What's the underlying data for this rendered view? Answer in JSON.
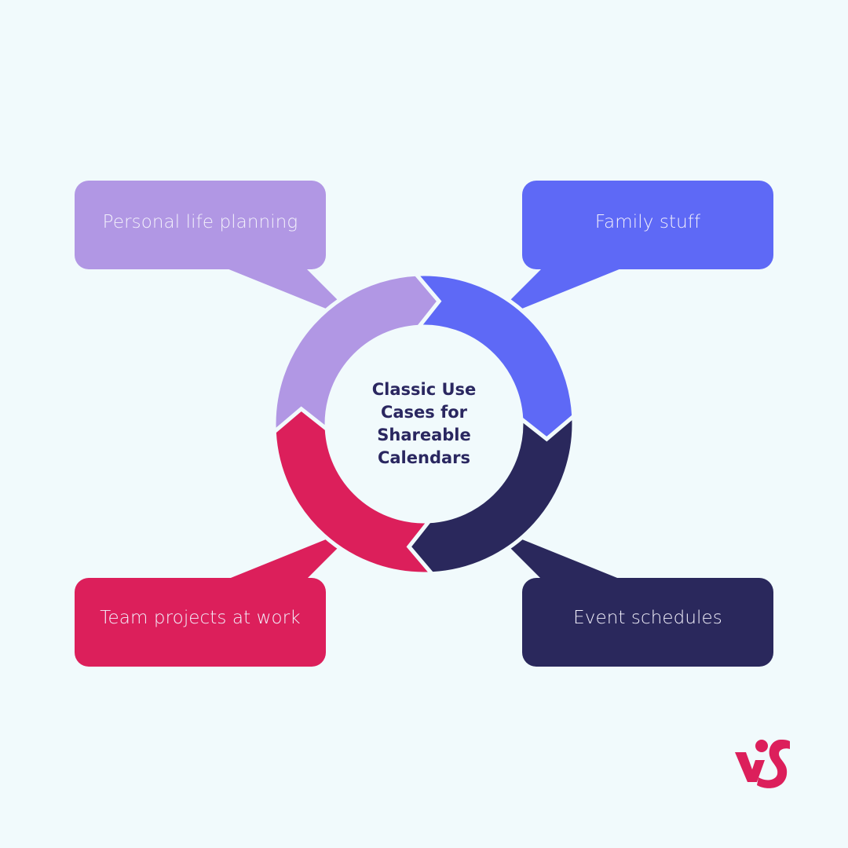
{
  "diagram": {
    "title_lines": [
      "Classic Use",
      "Cases for",
      "Shareable",
      "Calendars"
    ],
    "segments": [
      {
        "id": "personal",
        "label": "Personal life planning",
        "color": "#b197e4",
        "position": "top-left"
      },
      {
        "id": "family",
        "label": "Family stuff",
        "color": "#5e69f6",
        "position": "top-right"
      },
      {
        "id": "events",
        "label": "Event schedules",
        "color": "#2a285c",
        "position": "bottom-right"
      },
      {
        "id": "team",
        "label": "Team projects at work",
        "color": "#dc1f5b",
        "position": "bottom-left"
      }
    ],
    "background": "#f1fafc",
    "title_color": "#2a2760"
  },
  "logo": {
    "icon": "vs-logo-icon",
    "color": "#dc1f5b"
  }
}
